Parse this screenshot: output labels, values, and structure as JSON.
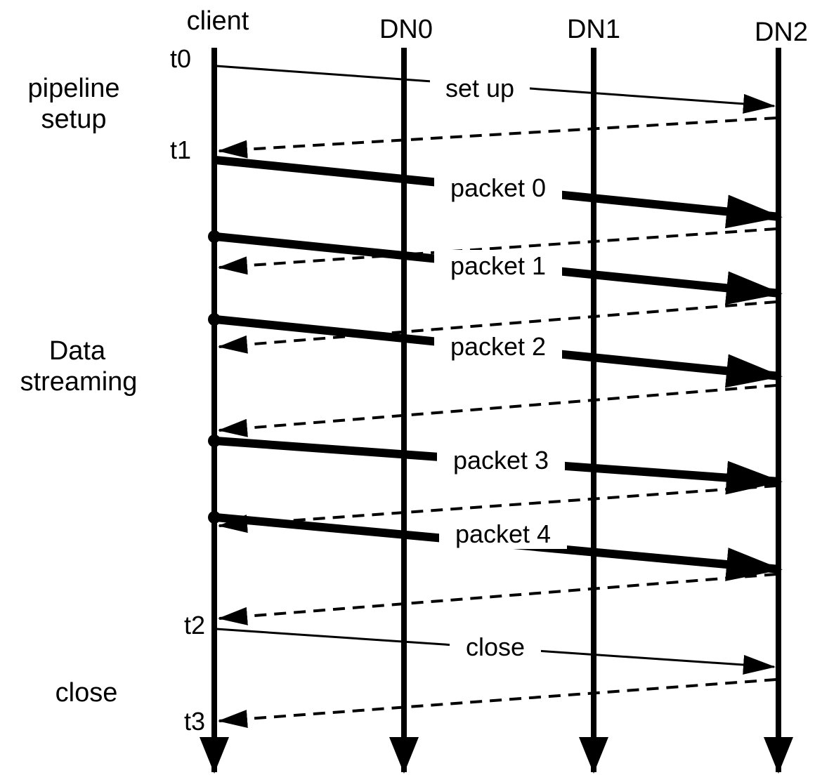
{
  "figure": {
    "kind": "sequence-diagram",
    "background_color": "#ffffff",
    "line_color": "#000000"
  },
  "actors": [
    {
      "id": "client",
      "label": "client"
    },
    {
      "id": "dn0",
      "label": "DN0"
    },
    {
      "id": "dn1",
      "label": "DN1"
    },
    {
      "id": "dn2",
      "label": "DN2"
    }
  ],
  "stages": [
    {
      "lines": [
        "pipeline",
        "setup"
      ]
    },
    {
      "lines": [
        "Data",
        "streaming"
      ]
    },
    {
      "lines": [
        "close"
      ]
    }
  ],
  "time_markers": [
    {
      "label": "t0"
    },
    {
      "label": "t1"
    },
    {
      "label": "t2"
    },
    {
      "label": "t3"
    }
  ],
  "messages": {
    "setup": {
      "label": "set up",
      "from": "client",
      "to": "DN2",
      "style": "thin-solid",
      "ack_style": "dashed"
    },
    "packets": [
      {
        "label": "packet 0",
        "from": "client",
        "to": "DN2",
        "style": "thick-solid",
        "ack_style": "dashed"
      },
      {
        "label": "packet 1",
        "from": "client",
        "to": "DN2",
        "style": "thick-solid",
        "ack_style": "dashed"
      },
      {
        "label": "packet 2",
        "from": "client",
        "to": "DN2",
        "style": "thick-solid",
        "ack_style": "dashed"
      },
      {
        "label": "packet 3",
        "from": "client",
        "to": "DN2",
        "style": "thick-solid",
        "ack_style": "dashed"
      },
      {
        "label": "packet 4",
        "from": "client",
        "to": "DN2",
        "style": "thick-solid",
        "ack_style": "dashed"
      }
    ],
    "close": {
      "label": "close",
      "from": "client",
      "to": "DN2",
      "style": "thin-solid",
      "ack_style": "dashed"
    }
  }
}
